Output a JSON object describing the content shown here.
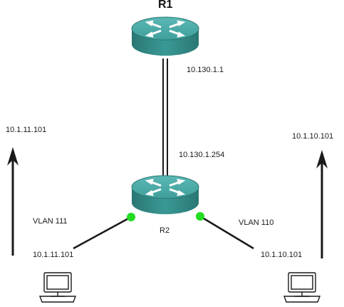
{
  "routers": {
    "r1": {
      "name": "R1",
      "ip": "10.130.1.1"
    },
    "r2": {
      "name": "R2",
      "ip": "10.130.1.254"
    }
  },
  "links": {
    "left": {
      "vlan": "VLAN 111",
      "ip": "10.1.11.101",
      "port_color": "#22dd22"
    },
    "right": {
      "vlan": "VLAN 110",
      "ip": "10.1.10.101",
      "port_color": "#22dd22"
    }
  },
  "arrows": {
    "left_label": "10.1.11.101",
    "right_label": "10.1.10.101"
  },
  "colors": {
    "router_top": "#3f9f9b",
    "router_side": "#2c7b78",
    "line": "#1a1a1a"
  }
}
